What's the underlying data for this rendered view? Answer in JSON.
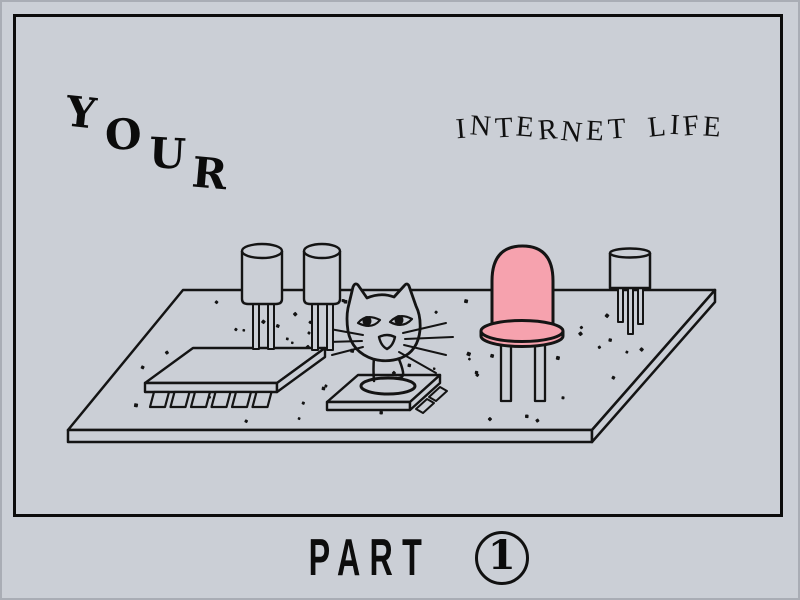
{
  "page": {
    "background_color": "#CBCFD6",
    "ink_color": "#141414",
    "accent_pink": "#F6A2AE",
    "edge_color": "#A9ADB5"
  },
  "header": {
    "title_word": "YOUR",
    "subtitle": "INTERNET LIFE"
  },
  "footer": {
    "part_label": "PART",
    "part_number": "1"
  },
  "illustration": {
    "alt": "Hand-drawn isometric circuit board holding two capacitors, an integrated-circuit chip, a cat standing on a small chip, a pink LED and a transistor",
    "components": [
      "capacitor",
      "capacitor",
      "ic-chip",
      "cat-on-chip",
      "pink-led",
      "transistor"
    ]
  }
}
